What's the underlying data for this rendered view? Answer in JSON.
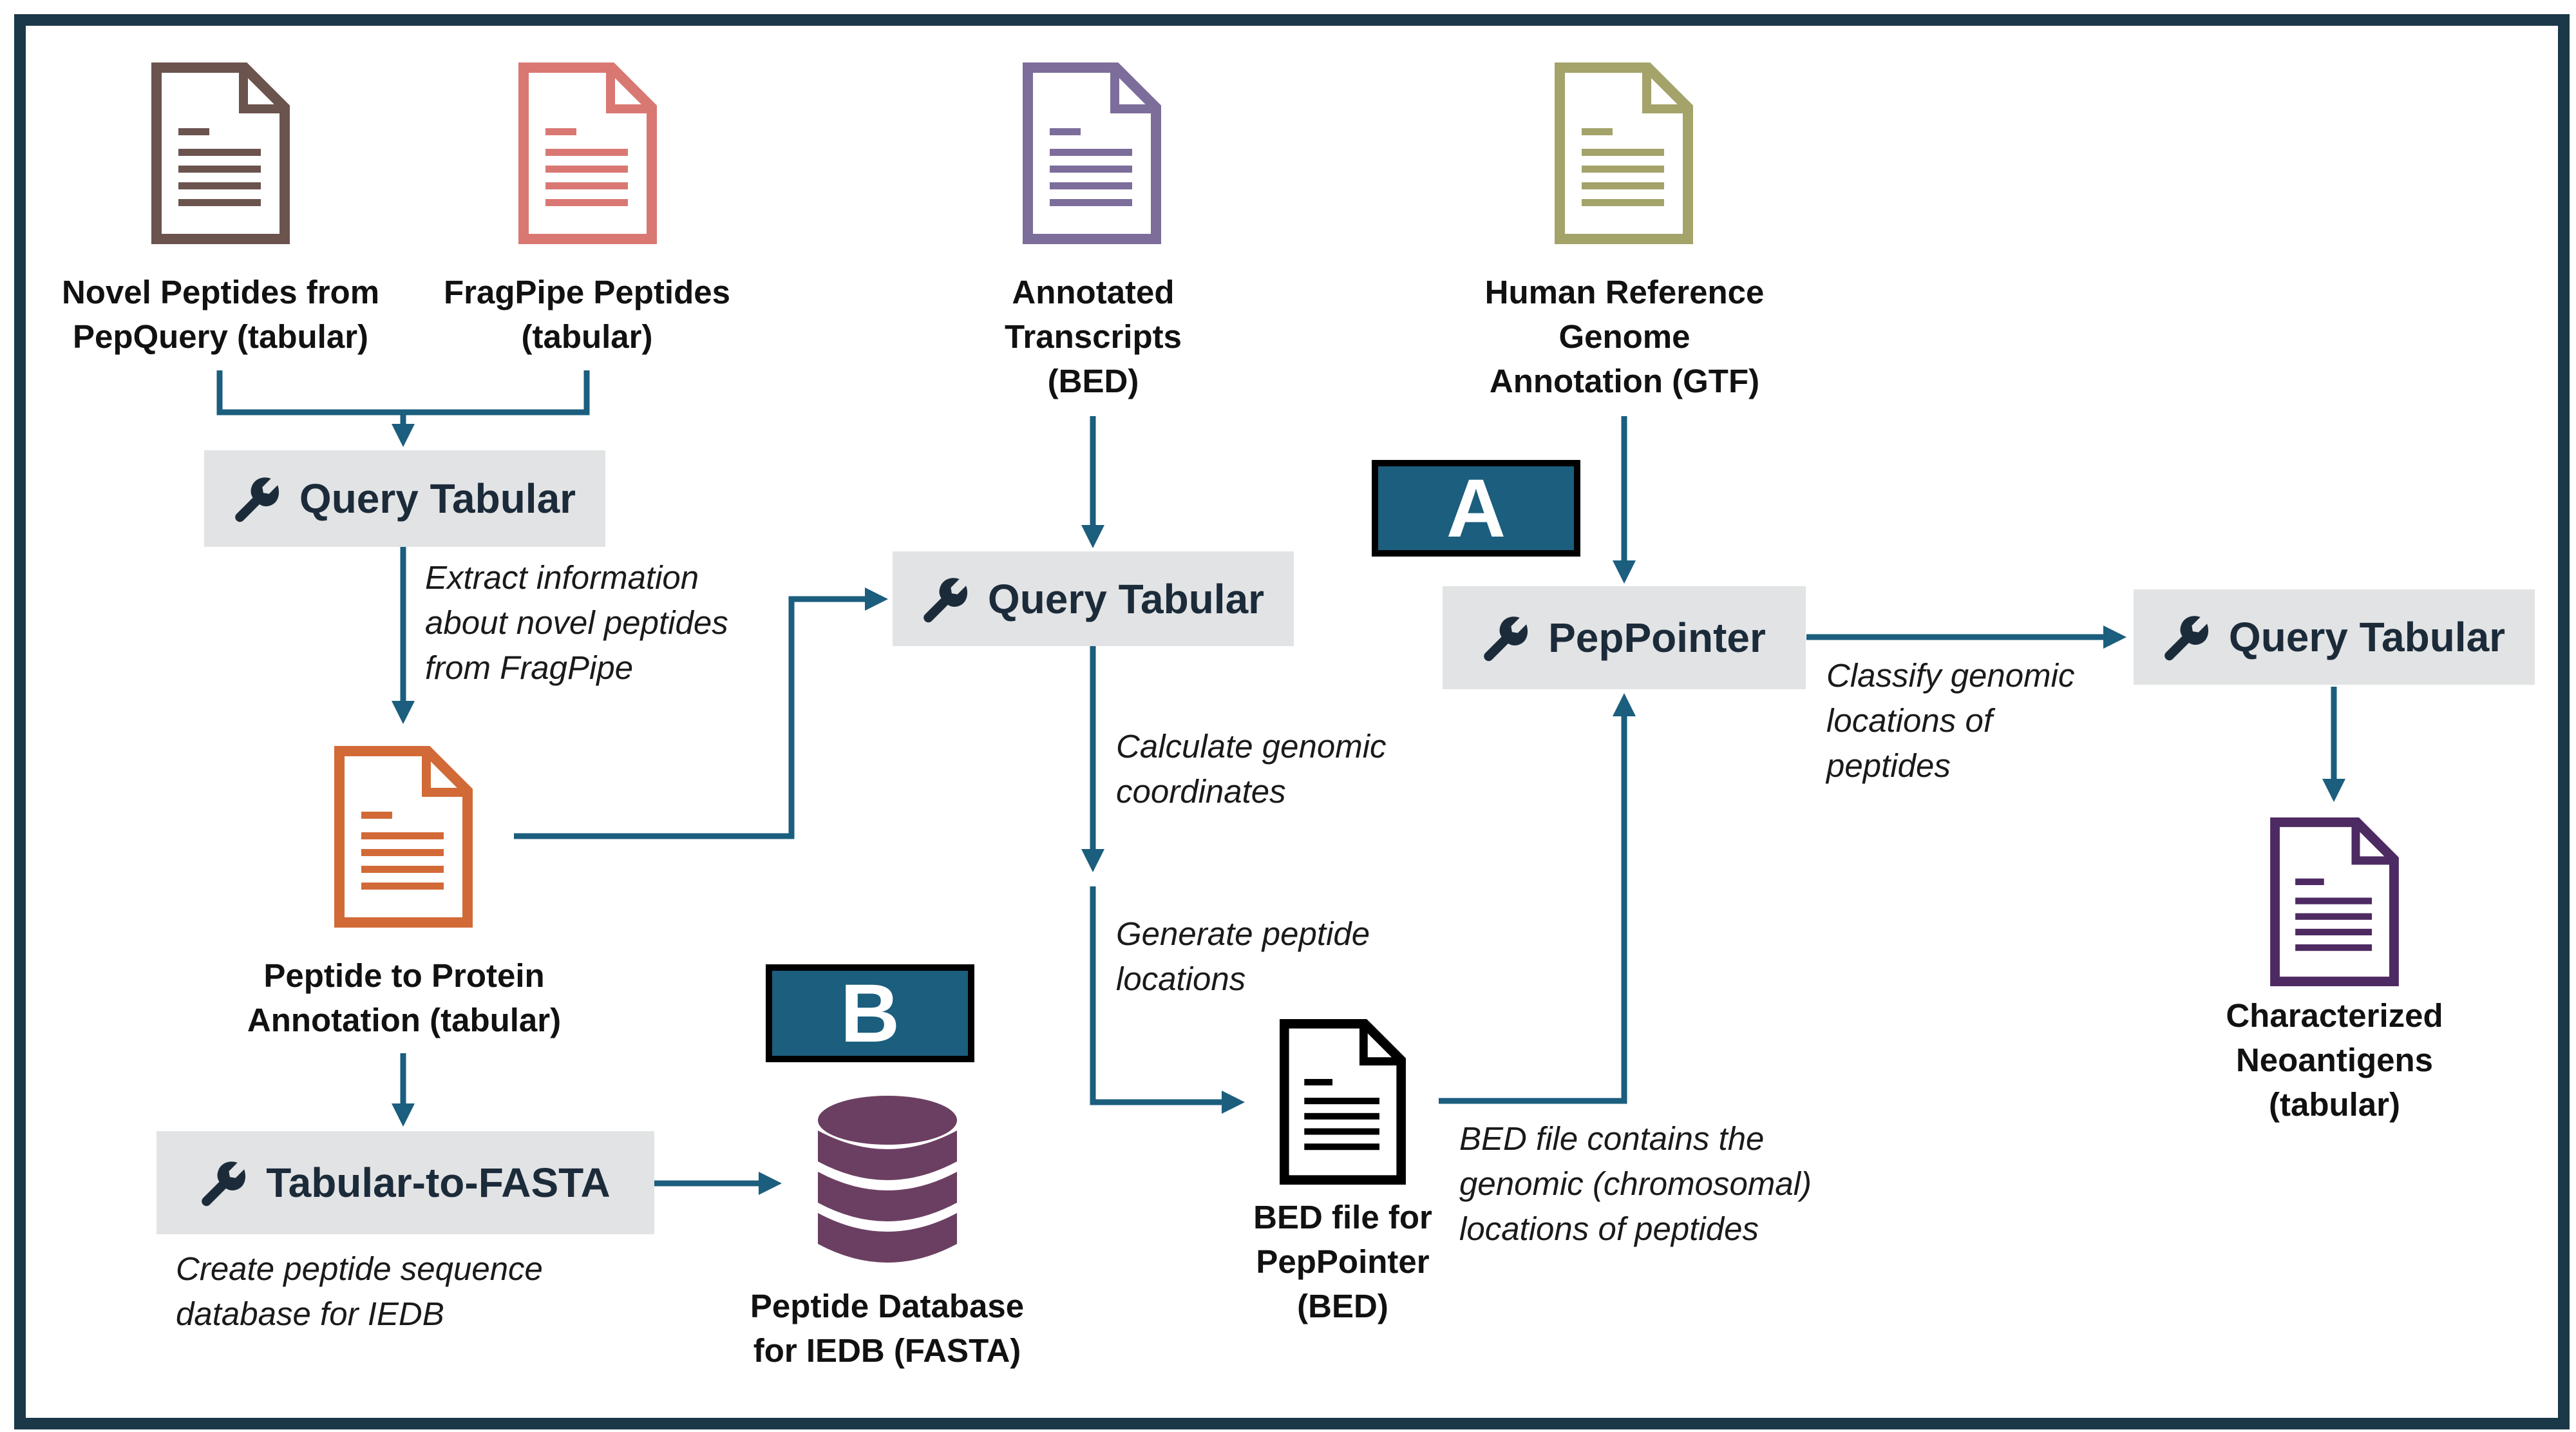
{
  "colors": {
    "border": "#1a3848",
    "arrow": "#1b5e7e",
    "tool_bg": "#e2e3e4",
    "tag_bg": "#1b5e7e",
    "doc_pepquery": "#6b534e",
    "doc_fragpipe": "#d97873",
    "doc_transcripts": "#7c6d9b",
    "doc_genome": "#a3a36a",
    "doc_annotation": "#d26a37",
    "doc_bed": "#000000",
    "doc_neoantigens": "#4e2a63",
    "database": "#6b3f62"
  },
  "inputs": {
    "pepquery": "Novel Peptides from\nPepQuery (tabular)",
    "fragpipe": "FragPipe Peptides\n(tabular)",
    "transcripts": "Annotated\nTranscripts\n(BED)",
    "genome": "Human Reference\nGenome\nAnnotation (GTF)"
  },
  "tools": {
    "query_tabular_1": "Query Tabular",
    "query_tabular_2": "Query Tabular",
    "peppointer": "PepPointer",
    "query_tabular_3": "Query Tabular",
    "tabular_to_fasta": "Tabular-to-FASTA"
  },
  "tags": {
    "a": "A",
    "b": "B"
  },
  "outputs": {
    "annotation": "Peptide to Protein\nAnnotation (tabular)",
    "database": "Peptide Database\nfor IEDB (FASTA)",
    "bed": "BED file for\nPepPointer\n(BED)",
    "neoantigens": "Characterized\nNeoantigens\n(tabular)"
  },
  "notes": {
    "extract": "Extract information\nabout novel peptides\nfrom FragPipe",
    "calculate": "Calculate genomic\ncoordinates",
    "generate": "Generate peptide\nlocations",
    "bed_contains": "BED file contains the\ngenomic (chromosomal)\nlocations of peptides",
    "classify": "Classify genomic\nlocations of\npeptides",
    "create": "Create peptide sequence\ndatabase for IEDB"
  }
}
